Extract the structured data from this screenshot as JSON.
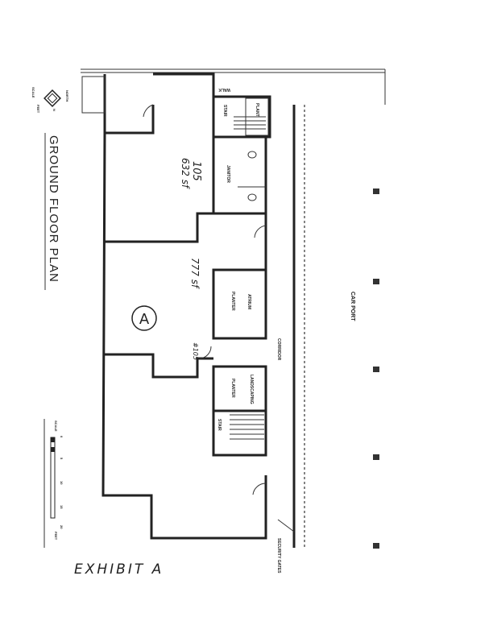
{
  "title": "GROUND FLOOR PLAN",
  "north_arrow": {
    "label_top": "NORTH",
    "label_left": "SCALE",
    "label_right": "FEET",
    "label_bottom": "N"
  },
  "scale_bar": {
    "label": "SCALE",
    "ticks": [
      "0",
      "5",
      "10",
      "15",
      "20"
    ],
    "unit": "FEET"
  },
  "labels": {
    "walk": "WALK",
    "stair_top": "STAIR",
    "plant": "PLANT",
    "janitor": "JANITOR",
    "atrium": "ATRIUM",
    "atrium_planter": "PLANTER",
    "corridor": "CORRIDOR",
    "car_port": "CAR PORT",
    "landscaping": "LANDSCAPING",
    "planter": "PLANTER",
    "stair_bottom": "STAIR",
    "security_gates": "SECURITY GATES"
  },
  "handwritten": {
    "suite_number": "105",
    "area_1": "632 sf",
    "area_2": "777 sf",
    "area_3": "#105",
    "unit_marker": "A",
    "exhibit": "EXHIBIT A"
  }
}
